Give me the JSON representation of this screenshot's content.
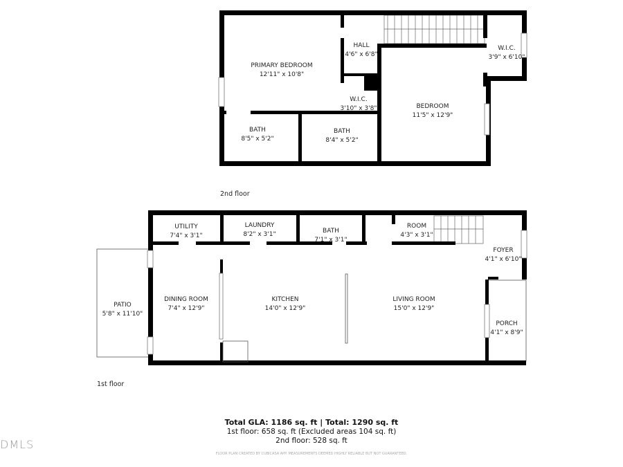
{
  "second_floor": {
    "label": "2nd floor",
    "rooms": [
      {
        "name": "PRIMARY BEDROOM",
        "size": "12'11\" x 10'8\""
      },
      {
        "name": "HALL",
        "size": "4'6\" x 6'8\""
      },
      {
        "name": "W.I.C.",
        "size": "3'9\" x 6'10\""
      },
      {
        "name": "W.I.C.",
        "size": "3'10\" x 3'8\""
      },
      {
        "name": "BEDROOM",
        "size": "11'5\" x 12'9\""
      },
      {
        "name": "BATH",
        "size": "8'5\" x 5'2\""
      },
      {
        "name": "BATH",
        "size": "8'4\" x 5'2\""
      }
    ]
  },
  "first_floor": {
    "label": "1st floor",
    "rooms": [
      {
        "name": "UTILITY",
        "size": "7'4\" x 3'1\""
      },
      {
        "name": "LAUNDRY",
        "size": "8'2\" x 3'1\""
      },
      {
        "name": "BATH",
        "size": "7'1\" x 3'1\""
      },
      {
        "name": "ROOM",
        "size": "4'3\" x 3'1\""
      },
      {
        "name": "FOYER",
        "size": "4'1\" x 6'10\""
      },
      {
        "name": "PATIO",
        "size": "5'8\" x 11'10\""
      },
      {
        "name": "DINING ROOM",
        "size": "7'4\" x 12'9\""
      },
      {
        "name": "KITCHEN",
        "size": "14'0\" x 12'9\""
      },
      {
        "name": "LIVING ROOM",
        "size": "15'0\" x 12'9\""
      },
      {
        "name": "PORCH",
        "size": "4'1\" x 8'9\""
      }
    ]
  },
  "summary": {
    "total": "Total GLA: 1186 sq. ft | Total: 1290 sq. ft",
    "first": "1st floor: 658 sq. ft (Excluded areas 104 sq. ft)",
    "second": "2nd floor: 528 sq. ft",
    "disclaimer": "FLOOR PLAN CREATED BY CUBICASA APP. MEASUREMENTS DEEMED HIGHLY RELIABLE BUT NOT GUARANTEED."
  },
  "watermark": "DMLS"
}
